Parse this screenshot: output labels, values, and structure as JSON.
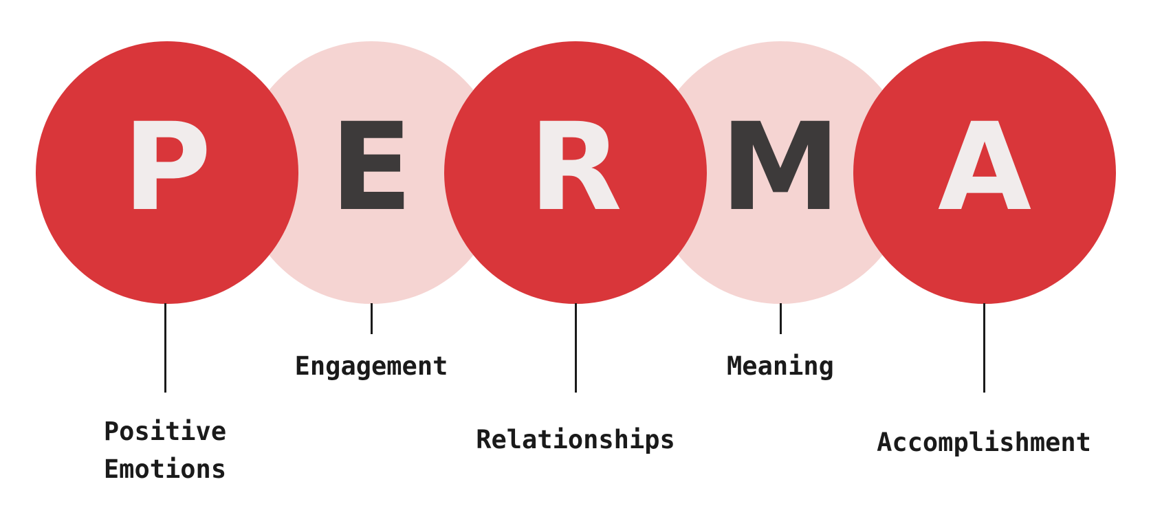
{
  "colors": {
    "strong": "#d9363a",
    "soft": "#f5d4d2",
    "light_letter": "#f1ecec",
    "dark_letter": "#3d3a3a"
  },
  "items": [
    {
      "letter": "P",
      "label": "Positive\nEmotions",
      "style": "strong"
    },
    {
      "letter": "E",
      "label": "Engagement",
      "style": "soft"
    },
    {
      "letter": "R",
      "label": "Relationships",
      "style": "strong"
    },
    {
      "letter": "M",
      "label": "Meaning",
      "style": "soft"
    },
    {
      "letter": "A",
      "label": "Accomplishment",
      "style": "strong"
    }
  ]
}
